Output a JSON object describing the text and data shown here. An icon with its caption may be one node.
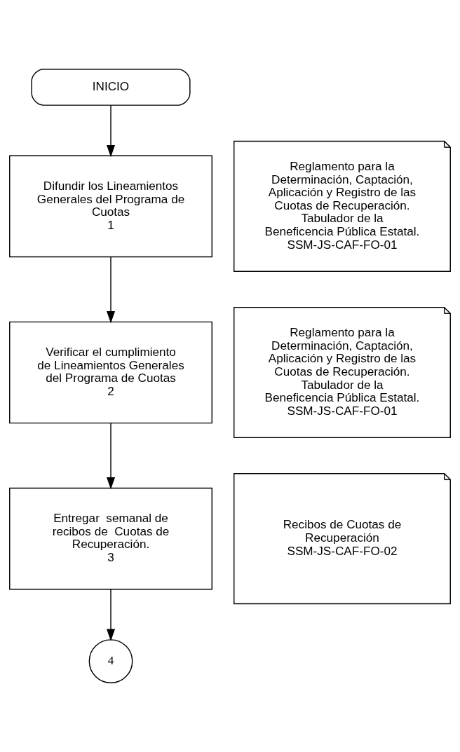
{
  "diagram": {
    "nodes": [
      {
        "text": [
          "INICIO"
        ]
      },
      {
        "text": [
          "Difundir los Lineamientos Generales del Programa de Cuotas",
          "1"
        ]
      },
      {
        "text": [
          "Reglamento para la Determinación, Captación, Aplicación y Registro de las Cuotas de Recuperación.",
          "Tabulador de la",
          "Beneficencia Pública Estatal.",
          "SSM-JS-CAF-FO-01"
        ]
      },
      {
        "text": [
          "Verificar el cumplimiento de Lineamientos Generales del Programa de Cuotas",
          "2"
        ]
      },
      {
        "text": [
          "Reglamento para la Determinación, Captación, Aplicación y Registro de las Cuotas de Recuperación.",
          "Tabulador de la",
          "Beneficencia Pública Estatal.",
          "SSM-JS-CAF-FO-01"
        ]
      },
      {
        "text": [
          "Entregar  semanal de recibos de  Cuotas de Recuperación.",
          "3"
        ]
      },
      {
        "text": [
          "Recibos de Cuotas de Recuperación",
          "SSM-JS-CAF-FO-02"
        ]
      },
      {
        "text": [
          "4"
        ]
      }
    ],
    "edges": [
      {
        "from": 0,
        "to": 1,
        "arrow": "to"
      },
      {
        "from": 1,
        "to": 3,
        "arrow": "to"
      },
      {
        "from": 3,
        "to": 5,
        "arrow": "to"
      },
      {
        "from": 5,
        "to": 7,
        "arrow": "to"
      }
    ]
  }
}
